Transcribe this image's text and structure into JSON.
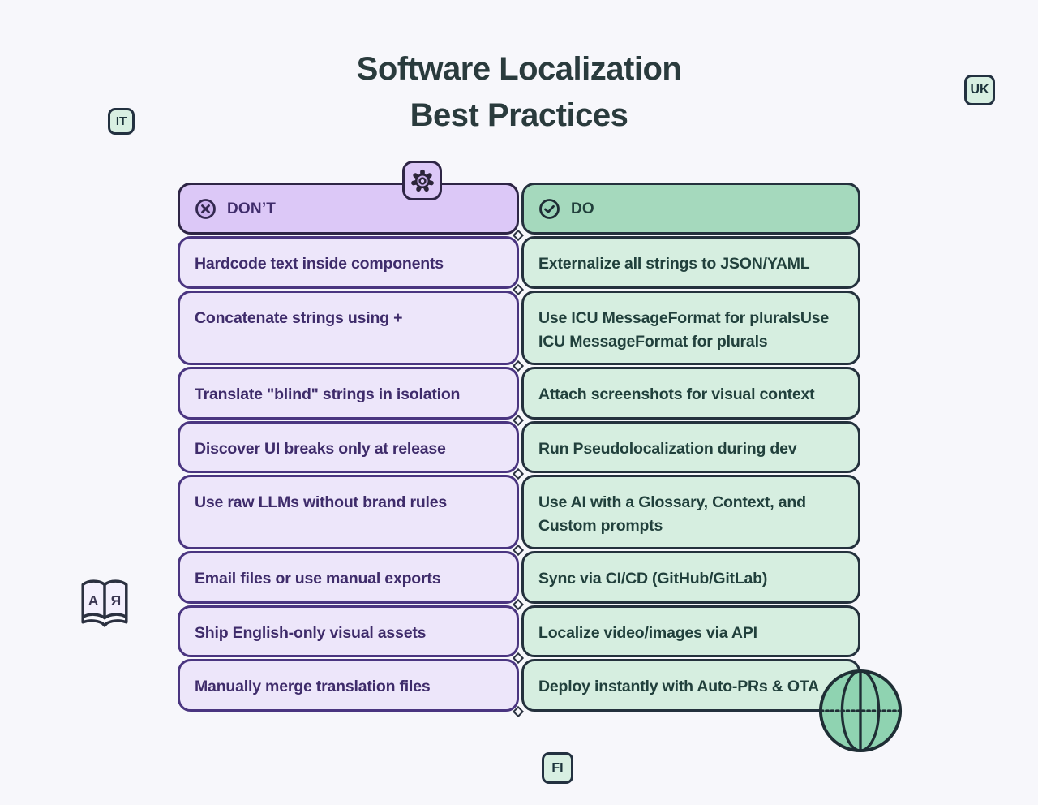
{
  "title": {
    "line1": "Software Localization",
    "line2": "Best Practices"
  },
  "columns": {
    "dont": {
      "header": "DON’T",
      "rows": [
        "Hardcode text inside components",
        "Concatenate strings using +",
        "Translate \"blind\" strings in isolation",
        "Discover UI breaks only at release",
        "Use raw LLMs without brand rules",
        "Email files or use manual exports",
        "Ship English-only visual assets",
        "Manually merge translation files"
      ]
    },
    "do": {
      "header": "DO",
      "rows": [
        "Externalize all strings to JSON/YAML",
        "Use ICU MessageFormat for pluralsUse ICU MessageFormat for plurals",
        "Attach screenshots for visual context",
        "Run Pseudolocalization during dev",
        "Use AI with a Glossary, Context, and Custom prompts",
        "Sync via CI/CD (GitHub/GitLab)",
        "Localize video/images via API",
        "Deploy instantly with Auto-PRs & OTA"
      ]
    }
  },
  "badges": {
    "it": "IT",
    "uk": "UK",
    "fi": "FI"
  },
  "book": {
    "left_letter": "А",
    "right_letter": "Я"
  },
  "icons": {
    "gear": "gear-icon",
    "x": "x-circle-icon",
    "check": "check-circle-icon",
    "book": "dictionary-book-icon",
    "globe": "globe-icon"
  },
  "colors": {
    "background": "#f7f7fb",
    "title_text": "#2a3b3d",
    "dont_fill": "#ede6fa",
    "dont_header_fill": "#dcc8f7",
    "dont_border": "#4a3580",
    "dont_header_border": "#2e2545",
    "dont_text": "#3f2c6b",
    "do_fill": "#d6eee0",
    "do_header_fill": "#a5d9bd",
    "do_border": "#24313d",
    "do_text": "#21403c",
    "badge_fill": "#d8efe2",
    "badge_border": "#233140",
    "ink": "#2b3240",
    "globe_fill": "#8fd3b1",
    "page_fill": "#f4f0fd"
  }
}
